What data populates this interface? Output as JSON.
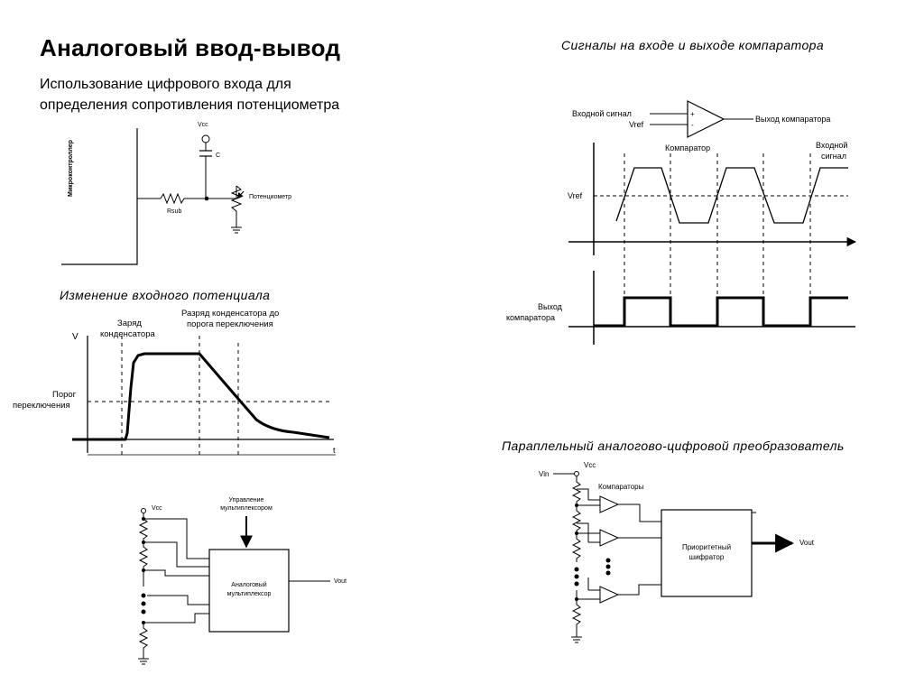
{
  "slide": {
    "title": "Аналоговый  ввод-вывод",
    "subtitle_line1": "Использование цифрового входа для",
    "subtitle_line2": "определения сопротивления потенциометра"
  },
  "pot_circuit": {
    "mcu_label": "Микроконтроллер",
    "vcc": "Vcc",
    "cap": "C",
    "resistor": "Rsub",
    "potentiometer": "Потенциометр"
  },
  "input_graph": {
    "title": "Изменение  входного  потенциала",
    "y_axis": "V",
    "x_axis": "t",
    "charge_line1": "Заряд",
    "charge_line2": "конденсатора",
    "discharge_line1": "Разряд  конденсатора до",
    "discharge_line2": "порога  переключения",
    "threshold_line1": "Порог",
    "threshold_line2": "переключения"
  },
  "mux_circuit": {
    "vcc": "Vcc",
    "control_line1": "Управление",
    "control_line2": "мультиплексором",
    "mux_line1": "Аналоговый",
    "mux_line2": "мультиплексор",
    "vout": "Vout"
  },
  "comparator": {
    "title": "Сигналы  на  входе  и  выходе  компаратора",
    "input_label": "Входной сигнал",
    "vref_label": "Vref",
    "plus": "+",
    "minus": "-",
    "output_label": "Выход компаратора",
    "comparator_label": "Компаратор",
    "input_signal_line1": "Входной",
    "input_signal_line2": "сигнал",
    "vref_axis": "Vref",
    "output_axis_line1": "Выход",
    "output_axis_line2": "компаратора"
  },
  "adc": {
    "title": "Параплельный  аналогово-цифровой  преобразователь",
    "vin": "Vin",
    "vcc": "Vcc",
    "comparators": "Компараторы",
    "encoder_line1": "Приоритетный",
    "encoder_line2": "шифратор",
    "vout": "Vout"
  }
}
